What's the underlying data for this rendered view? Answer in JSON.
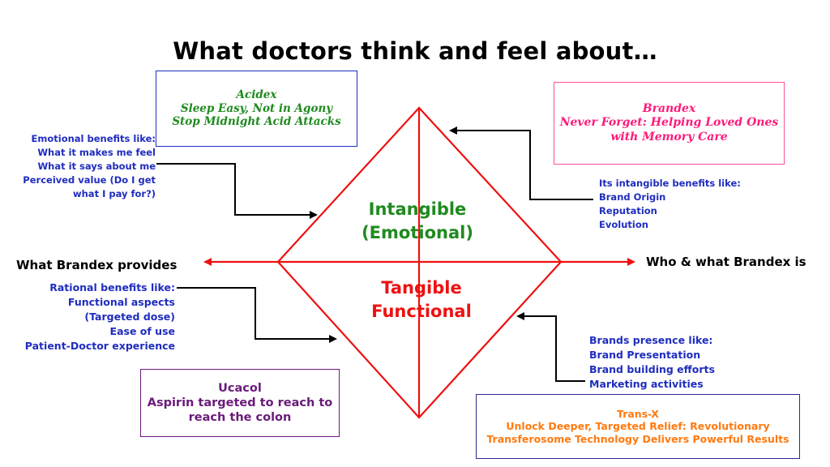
{
  "title": "What doctors think and feel about…",
  "acidex": {
    "lines": [
      "Acidex",
      "Sleep Easy, Not in Agony",
      "Stop Midnight Acid Attacks"
    ]
  },
  "brandex": {
    "lines": [
      "Brandex",
      "Never Forget: Helping Loved Ones",
      "with Memory Care"
    ]
  },
  "ucacol": {
    "lines": [
      "Ucacol",
      "Aspirin targeted to reach to",
      "reach the colon"
    ]
  },
  "transx": {
    "lines": [
      "Trans-X",
      "Unlock Deeper, Targeted Relief: Revolutionary",
      "Transferosome Technology Delivers Powerful Results"
    ]
  },
  "emotional_benefits": {
    "lines": [
      "Emotional benefits  like:",
      "What it makes me feel",
      "What it says about me",
      "Perceived value (Do I get",
      "what I pay for?)"
    ]
  },
  "intangible_benefits": {
    "lines": [
      "Its intangible benefits  like:",
      "Brand Origin",
      "Reputation",
      "Evolution"
    ]
  },
  "rational_benefits": {
    "lines": [
      "Rational benefits like:",
      "Functional aspects",
      "(Targeted dose)",
      "Ease of use",
      "Patient-Doctor experience"
    ]
  },
  "brand_presence": {
    "lines": [
      "Brands presence like:",
      "Brand Presentation",
      "Brand building efforts",
      "Marketing activities"
    ]
  },
  "axis": {
    "left": "What Brandex provides",
    "right": "Who & what Brandex is"
  },
  "quadrants": {
    "top": [
      "Intangible",
      "(Emotional)"
    ],
    "bottom": [
      "Tangible",
      "Functional"
    ]
  },
  "colors": {
    "diamond": "#ee1111",
    "arrows": "#000000",
    "benefit_text": "#1f2dbf",
    "intangible": "#1f8a1f",
    "tangible": "#ee1111"
  }
}
